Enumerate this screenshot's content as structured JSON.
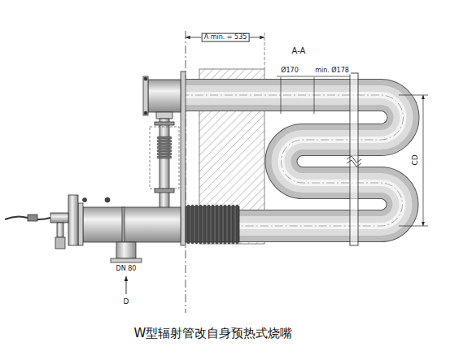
{
  "diagram": {
    "caption": "W型辐射管改自身预热式烧嘴",
    "labels": [
      "A min. = 535",
      "A-A",
      "Ø170",
      "min. Ø178",
      "CD",
      "DN 80",
      "D"
    ]
  }
}
